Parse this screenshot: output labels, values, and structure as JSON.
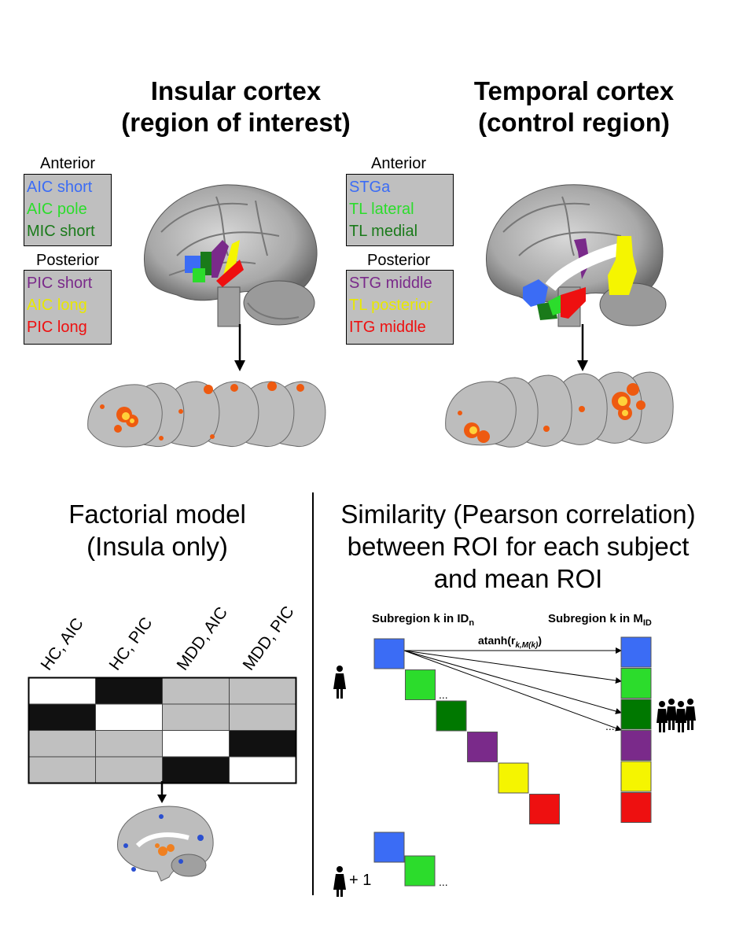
{
  "insula": {
    "title_line1": "Insular cortex",
    "title_line2": "(region of interest)",
    "anterior_header": "Anterior",
    "posterior_header": "Posterior",
    "anterior_items": [
      {
        "label": "AIC short",
        "color": "#3b6cf5"
      },
      {
        "label": "AIC pole",
        "color": "#2cdc2c"
      },
      {
        "label": "MIC short",
        "color": "#1a7a1a"
      }
    ],
    "posterior_items": [
      {
        "label": "PIC short",
        "color": "#7a2a8a"
      },
      {
        "label": "AIC long",
        "color": "#f5f500"
      },
      {
        "label": "PIC long",
        "color": "#ee1010"
      }
    ]
  },
  "temporal": {
    "title_line1": "Temporal cortex",
    "title_line2": "(control region)",
    "anterior_header": "Anterior",
    "posterior_header": "Posterior",
    "anterior_items": [
      {
        "label": "STGa",
        "color": "#3b6cf5"
      },
      {
        "label": "TL lateral",
        "color": "#2cdc2c"
      },
      {
        "label": "TL medial",
        "color": "#1a7a1a"
      }
    ],
    "posterior_items": [
      {
        "label": "STG middle",
        "color": "#7a2a8a"
      },
      {
        "label": "TL posterior",
        "color": "#f5f500"
      },
      {
        "label": "ITG middle",
        "color": "#ee1010"
      }
    ]
  },
  "factorial": {
    "title_line1": "Factorial model",
    "title_line2": "(Insula only)",
    "columns": [
      "HC, AIC",
      "HC, PIC",
      "MDD, AIC",
      "MDD, PIC"
    ],
    "matrix": [
      [
        "white",
        "black",
        "gray",
        "gray"
      ],
      [
        "black",
        "white",
        "gray",
        "gray"
      ],
      [
        "gray",
        "gray",
        "white",
        "black"
      ],
      [
        "gray",
        "gray",
        "black",
        "white"
      ]
    ]
  },
  "similarity": {
    "title_line1": "Similarity (Pearson correlation)",
    "title_line2": "between ROI for each subject",
    "title_line3": "and mean ROI",
    "left_header": "Subregion k in ID",
    "left_header_sub": "n",
    "right_header": "Subregion k in M",
    "right_header_sub": "ID",
    "formula_prefix": "atanh(r",
    "formula_sub": "k,M(k)",
    "formula_suffix": ")",
    "ellipsis": "...",
    "next_subject_label": "+ 1",
    "square_colors": [
      "#3b6cf5",
      "#2cdc2c",
      "#007800",
      "#7a2a8a",
      "#f5f500",
      "#ee1010"
    ]
  },
  "colors": {
    "matrix_black": "#111111",
    "matrix_gray": "#c0c0c0",
    "matrix_white": "#ffffff",
    "activation_hot": "#e85010"
  }
}
